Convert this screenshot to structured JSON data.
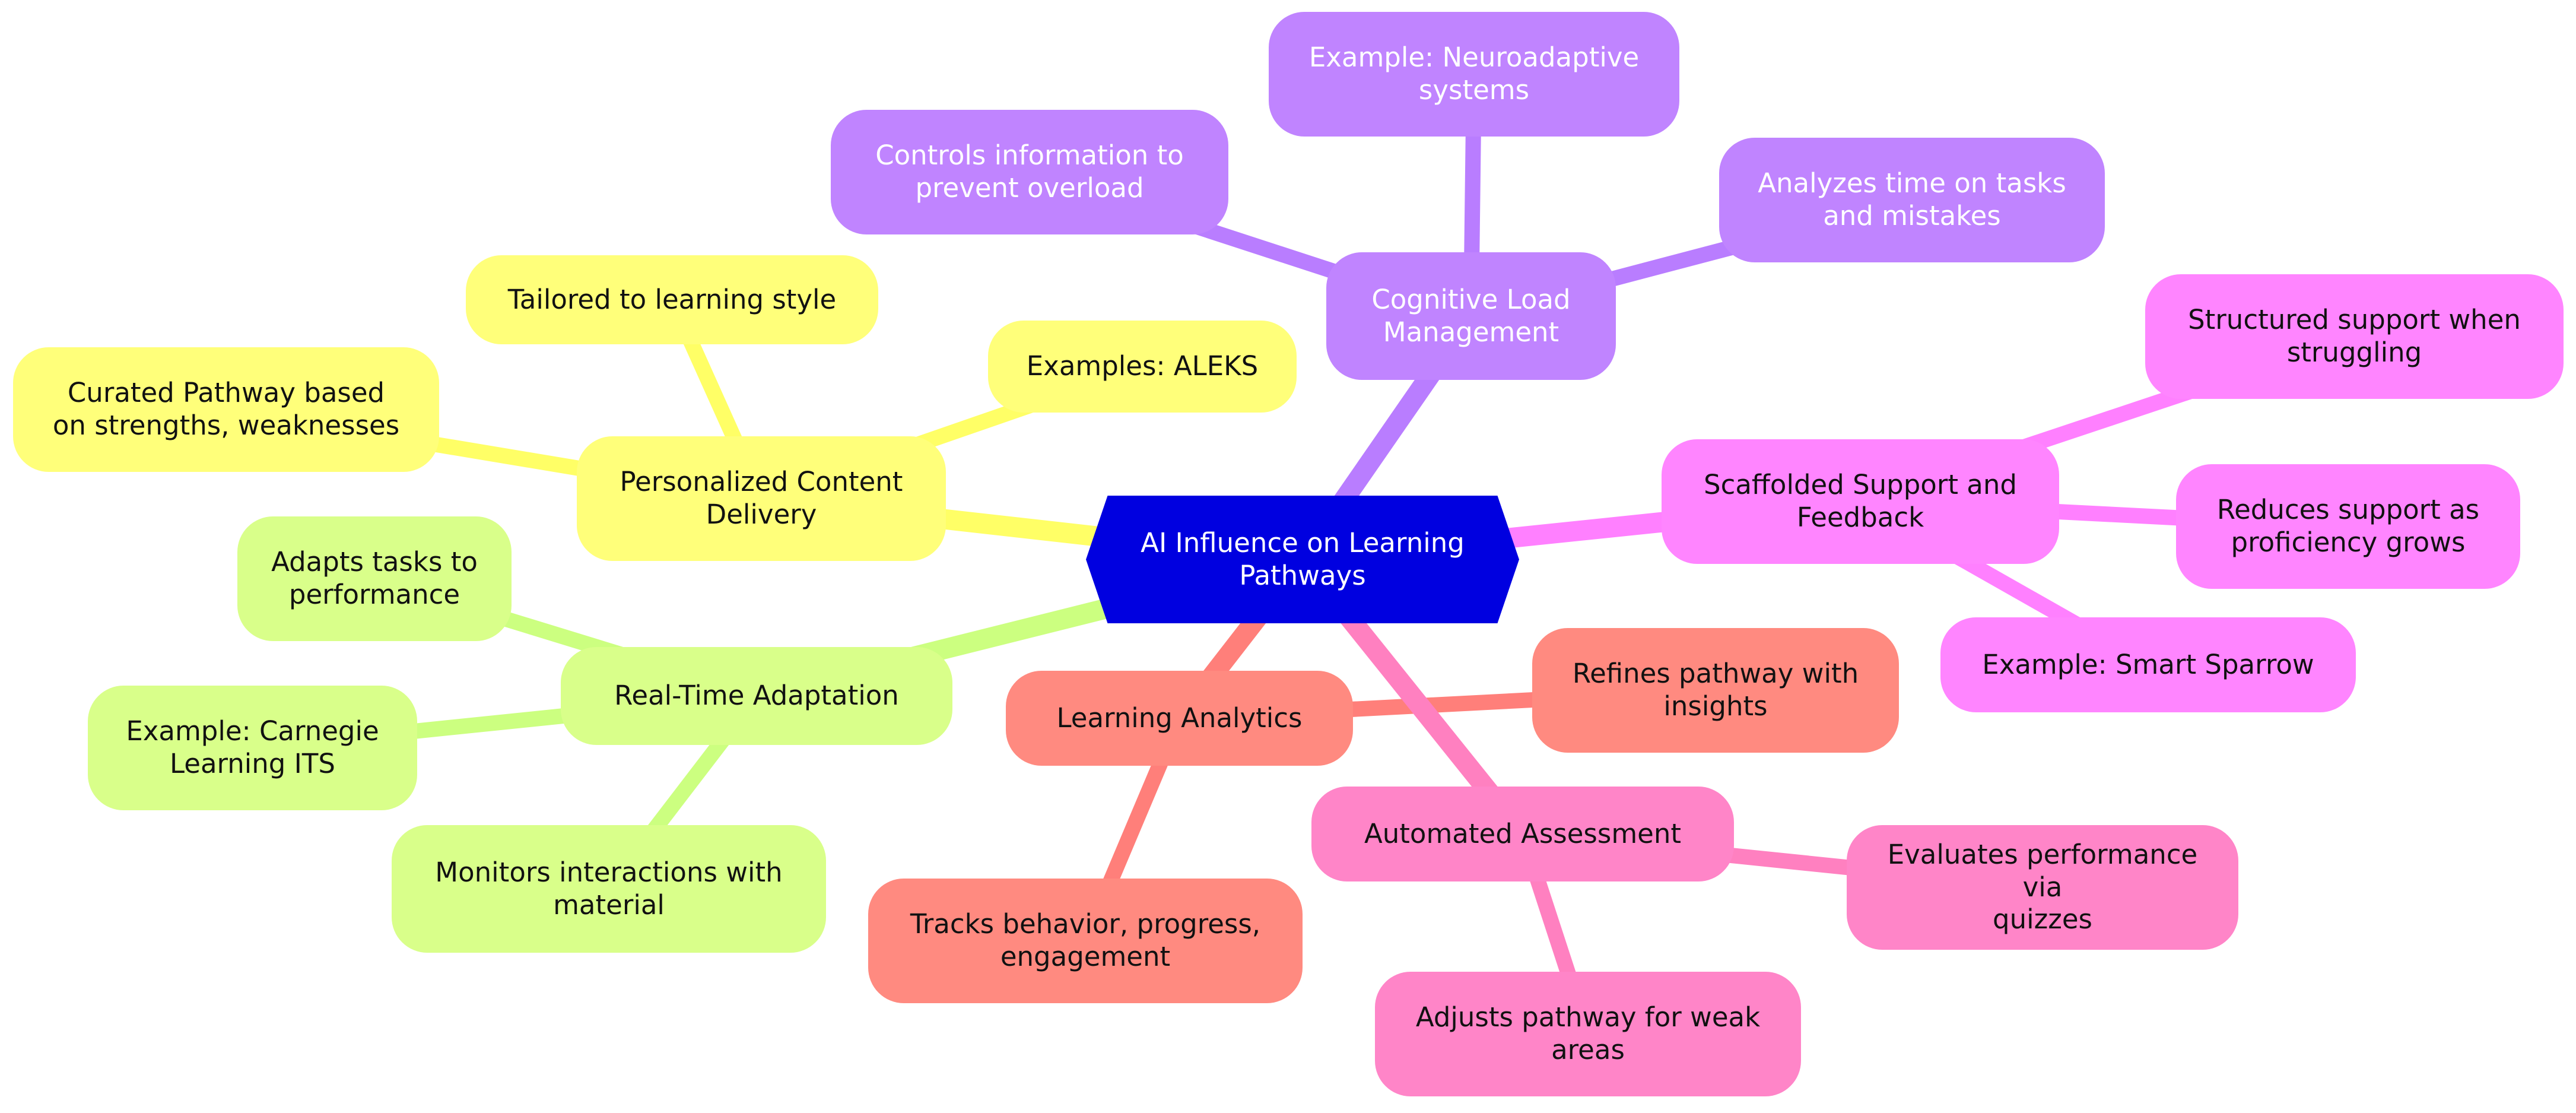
{
  "root": {
    "label": "AI Influence on Learning\nPathways",
    "color": "#0000e0",
    "text_color": "#ffffff"
  },
  "colors": {
    "yellow": "#ffff7a",
    "yellow_line": "#ffff66",
    "green": "#d9ff8a",
    "green_line": "#ccff80",
    "purple": "#c084ff",
    "purple_line": "#b97dff",
    "magenta": "#ff85ff",
    "magenta_line": "#ff80ff",
    "red": "#ff8a80",
    "red_line": "#ff7f7a",
    "pink": "#ff85c8",
    "pink_line": "#ff80c0"
  },
  "branches": {
    "personalized": {
      "label": "Personalized Content\nDelivery",
      "children": [
        "Tailored to learning style",
        "Curated Pathway based\non strengths, weaknesses",
        "Examples: ALEKS"
      ]
    },
    "realtime": {
      "label": "Real-Time Adaptation",
      "children": [
        "Adapts tasks to\nperformance",
        "Example: Carnegie\nLearning ITS",
        "Monitors interactions with\nmaterial"
      ]
    },
    "cognitive": {
      "label": "Cognitive Load\nManagement",
      "children": [
        "Example: Neuroadaptive\nsystems",
        "Controls information to\nprevent overload",
        "Analyzes time on tasks\nand mistakes"
      ]
    },
    "scaffolded": {
      "label": "Scaffolded Support and\nFeedback",
      "children": [
        "Structured support when\nstruggling",
        "Reduces support as\nproficiency grows",
        "Example: Smart Sparrow"
      ]
    },
    "analytics": {
      "label": "Learning Analytics",
      "children": [
        "Refines pathway with\ninsights",
        "Tracks behavior, progress,\nengagement"
      ]
    },
    "assessment": {
      "label": "Automated Assessment",
      "children": [
        "Evaluates performance via\nquizzes",
        "Adjusts pathway for weak\nareas"
      ]
    }
  }
}
